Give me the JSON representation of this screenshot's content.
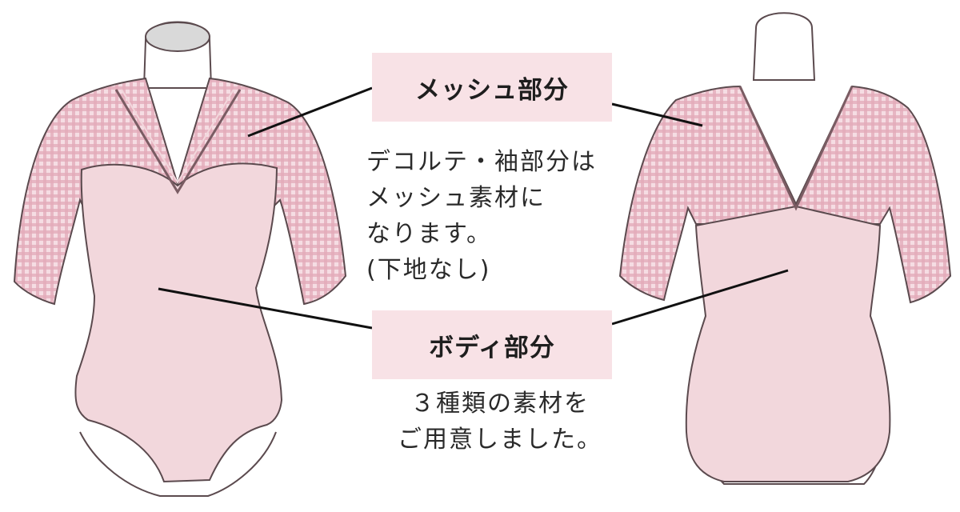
{
  "mesh_section": {
    "title": "メッシュ部分",
    "description": "デコルテ・袖部分は\nメッシュ素材に\nなります。\n(下地なし)"
  },
  "body_section": {
    "title": "ボディ部分",
    "description": "３種類の素材を\nご用意しました。"
  },
  "colors": {
    "leotard_pink": "#f2d7dc",
    "mesh_pink": "#e9b8c4",
    "label_background": "#f8e2e6",
    "mannequin_grey": "#dcdcdc",
    "outline": "#5b4a4e"
  }
}
